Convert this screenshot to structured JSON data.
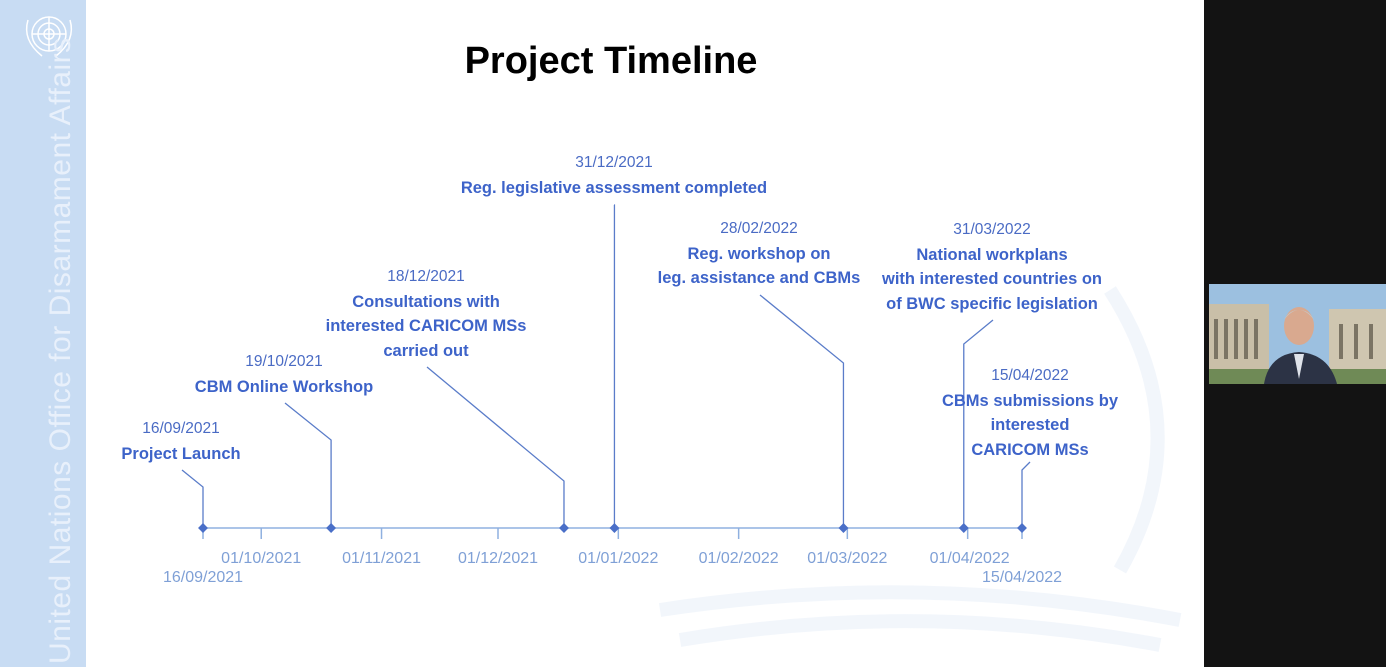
{
  "sidebar": {
    "organization": "United Nations Office for Disarmament Affairs"
  },
  "slide": {
    "title": "Project Timeline"
  },
  "colors": {
    "accent": "#3d63c9",
    "axis": "#8fb0e0",
    "marker": "#4a6fc8",
    "sidebar": "#c8dcf3"
  },
  "chart_data": {
    "type": "timeline",
    "title": "Project Timeline",
    "range": [
      "16/09/2021",
      "15/04/2022"
    ],
    "ticks": [
      "16/09/2021",
      "01/10/2021",
      "01/11/2021",
      "01/12/2021",
      "01/01/2022",
      "01/02/2022",
      "01/03/2022",
      "01/04/2022",
      "15/04/2022"
    ],
    "milestones": [
      {
        "date": "16/09/2021",
        "lines": [
          "Project Launch"
        ]
      },
      {
        "date": "19/10/2021",
        "lines": [
          "CBM Online Workshop"
        ]
      },
      {
        "date": "18/12/2021",
        "lines": [
          "Consultations with",
          "interested CARICOM MSs",
          "carried out"
        ]
      },
      {
        "date": "31/12/2021",
        "lines": [
          "Reg. legislative assessment completed"
        ]
      },
      {
        "date": "28/02/2022",
        "lines": [
          "Reg. workshop  on",
          "leg. assistance and CBMs"
        ]
      },
      {
        "date": "31/03/2022",
        "lines": [
          "National workplans",
          "with interested countries on",
          "of BWC specific legislation"
        ]
      },
      {
        "date": "15/04/2022",
        "lines": [
          "CBMs submissions by",
          "interested",
          "CARICOM MSs"
        ]
      }
    ]
  },
  "video": {
    "participant": "speaker-video"
  }
}
